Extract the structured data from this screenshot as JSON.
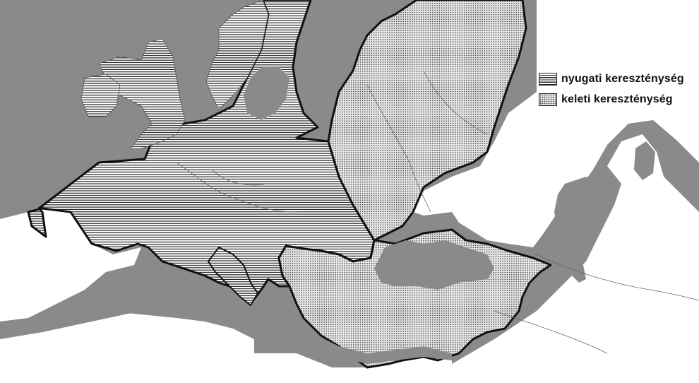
{
  "legend": {
    "items": [
      {
        "id": "west",
        "label": "nyugati kereszténység",
        "pattern": "horizontal-lines"
      },
      {
        "id": "east",
        "label": "keleti kereszténység",
        "pattern": "dots"
      }
    ]
  },
  "colors": {
    "sea": "#8a8a8a",
    "land": "#ffffff",
    "west_fill": "#ffffff",
    "east_fill": "#e6e6e6",
    "border": "#111111"
  }
}
